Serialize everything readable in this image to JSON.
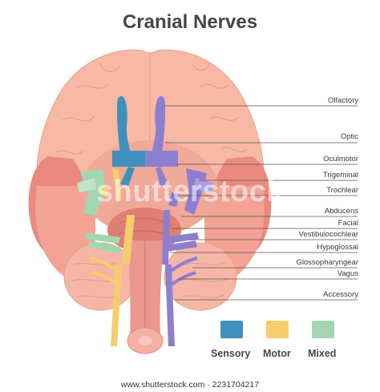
{
  "title": "Cranial Nerves",
  "labels": {
    "olfactory": "Olfactory",
    "optic": "Optic",
    "oculomotor": "Oculmotor",
    "trigeminal": "Trigeminal",
    "trochlear": "Trochlear",
    "abducens": "Abducens",
    "facial": "Facial",
    "vestibulocochlear": "Vestibulocochlear",
    "hypoglossal": "Hypoglossal",
    "glossopharyngeal": "Glossopharyngear",
    "vagus": "Vagus",
    "accessory": "Accessory"
  },
  "legend": {
    "sensory": {
      "label": "Sensory",
      "color": "#3e90bd"
    },
    "motor": {
      "label": "Motor",
      "color": "#f5cd6d"
    },
    "mixed": {
      "label": "Mixed",
      "color": "#a2d6b1"
    }
  },
  "colors": {
    "brain_outer": "#f7b9a4",
    "brain_mid": "#f3a293",
    "brain_dark": "#e08070",
    "temporal": "#ea8a7e",
    "cerebellum": "#f6b6a6",
    "brainstem": "#ec978d",
    "violet": "#8d7fd0"
  },
  "watermark": "shutterstock",
  "footer": "www.shutterstock.com · 2231704217"
}
